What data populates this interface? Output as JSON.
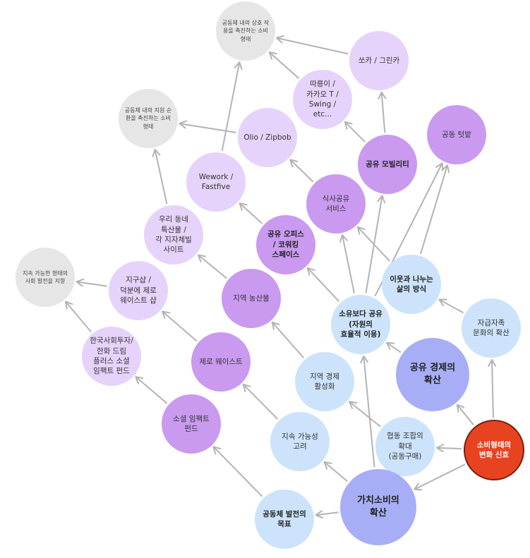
{
  "diagram": {
    "colors": {
      "edge": "#b3b3b3",
      "gray": "#e6e6e6",
      "lilac_light": "#e6d3fb",
      "lilac_mid": "#d9b9f6",
      "purple": "#c99af0",
      "blue_light": "#cce3fb",
      "periwinkle": "#a7aef6",
      "red": "#e84321",
      "red_border": "#7a1e10"
    },
    "nodes": [
      {
        "id": "g1",
        "label": "공동체 내의 상호 작\n용을 촉진하는 소비\n형태",
        "color": "gray"
      },
      {
        "id": "g2",
        "label": "공동체 내의 지원 순\n환을 촉진하는 소비\n형태",
        "color": "gray"
      },
      {
        "id": "g3",
        "label": "지속 가능한 형태의\n사회 발전을 지향",
        "color": "gray"
      },
      {
        "id": "socar",
        "label": "쏘카 / 그린카",
        "color": "lilac_light"
      },
      {
        "id": "ttareungi",
        "label": "따릉이 /\n카카오 T /\nSwing /\netc...",
        "color": "lilac_light"
      },
      {
        "id": "olio",
        "label": "Olio / Zipbob",
        "color": "lilac_light"
      },
      {
        "id": "wework",
        "label": "Wework /\nFastfive",
        "color": "lilac_light"
      },
      {
        "id": "specialty",
        "label": "우리 동네\n특산물 /\n각 지자체빌\n사이트",
        "color": "lilac_light"
      },
      {
        "id": "jigusap",
        "label": "지구샵 /\n덕분에 제로\n웨이스트 샵",
        "color": "lilac_light"
      },
      {
        "id": "hanhwa",
        "label": "한국사회투자/\n한화 드림\n플러스 소셜\n임팩트 펀드",
        "color": "lilac_light"
      },
      {
        "id": "garden",
        "label": "공동 텃밭",
        "color": "purple"
      },
      {
        "id": "mobility",
        "label": "공유 모빌리티",
        "color": "purple"
      },
      {
        "id": "foodshare",
        "label": "식사공유\n서비스",
        "color": "purple"
      },
      {
        "id": "office",
        "label": "공유 오피스\n/ 코워킹\n스페이스",
        "color": "purple"
      },
      {
        "id": "localfarm",
        "label": "지역 농산물",
        "color": "purple"
      },
      {
        "id": "zerowaste",
        "label": "제로 웨이스트",
        "color": "purple"
      },
      {
        "id": "impact",
        "label": "소셜 임팩트\n펀드",
        "color": "purple"
      },
      {
        "id": "neighbor",
        "label": "이웃과 나누는\n삶의 방식",
        "color": "blue_light"
      },
      {
        "id": "ownership",
        "label": "소유보다 공유\n(자원의\n효율적 이용)",
        "color": "blue_light"
      },
      {
        "id": "selfsuff",
        "label": "자급자족\n문화의 확산",
        "color": "blue_light"
      },
      {
        "id": "localecon",
        "label": "지역 경제\n활성화",
        "color": "blue_light"
      },
      {
        "id": "sustain",
        "label": "지속 가능성\n고려",
        "color": "blue_light"
      },
      {
        "id": "coop",
        "label": "협동 조합의\n확대\n(공동구매)",
        "color": "blue_light"
      },
      {
        "id": "community",
        "label": "공동체 발전의\n목표",
        "color": "blue_light"
      },
      {
        "id": "sharingecon",
        "label": "공유 경제의\n확산",
        "color": "periwinkle"
      },
      {
        "id": "valuecons",
        "label": "가치소비의\n확산",
        "color": "periwinkle"
      },
      {
        "id": "signal",
        "label": "소비형태의\n변화 신호",
        "color": "red"
      }
    ],
    "edges": [
      [
        "signal",
        "selfsuff"
      ],
      [
        "signal",
        "sharingecon"
      ],
      [
        "signal",
        "coop"
      ],
      [
        "signal",
        "valuecons"
      ],
      [
        "selfsuff",
        "neighbor"
      ],
      [
        "sharingecon",
        "ownership"
      ],
      [
        "coop",
        "localecon"
      ],
      [
        "valuecons",
        "community"
      ],
      [
        "valuecons",
        "sustain"
      ],
      [
        "valuecons",
        "ownership"
      ],
      [
        "neighbor",
        "garden"
      ],
      [
        "neighbor",
        "foodshare"
      ],
      [
        "ownership",
        "garden"
      ],
      [
        "ownership",
        "mobility"
      ],
      [
        "ownership",
        "foodshare"
      ],
      [
        "ownership",
        "office"
      ],
      [
        "localecon",
        "localfarm"
      ],
      [
        "sustain",
        "zerowaste"
      ],
      [
        "community",
        "impact"
      ],
      [
        "mobility",
        "socar"
      ],
      [
        "mobility",
        "ttareungi"
      ],
      [
        "foodshare",
        "olio"
      ],
      [
        "office",
        "wework"
      ],
      [
        "localfarm",
        "specialty"
      ],
      [
        "zerowaste",
        "jigusap"
      ],
      [
        "impact",
        "hanhwa"
      ],
      [
        "socar",
        "g1"
      ],
      [
        "ttareungi",
        "g1"
      ],
      [
        "wework",
        "g1"
      ],
      [
        "olio",
        "g2"
      ],
      [
        "specialty",
        "g2"
      ],
      [
        "jigusap",
        "g3"
      ],
      [
        "hanhwa",
        "g3"
      ]
    ]
  }
}
